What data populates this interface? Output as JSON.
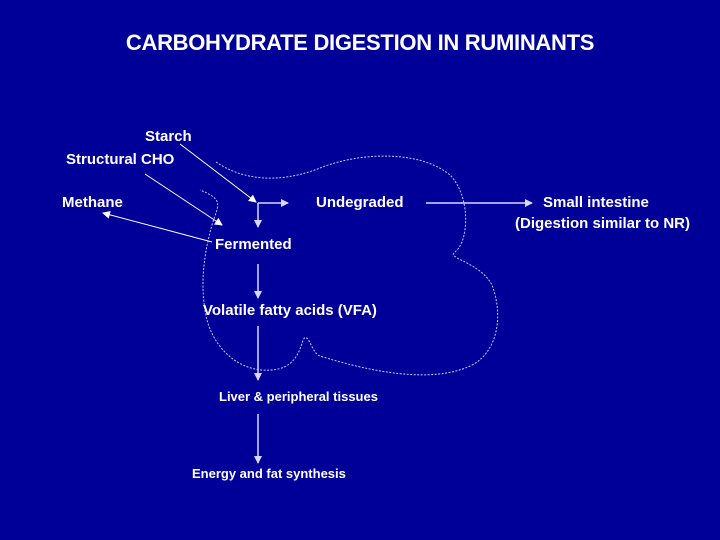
{
  "slide": {
    "title": "CARBOHYDRATE DIGESTION IN RUMINANTS",
    "background_color": "#000099",
    "text_color": "#ffffff"
  },
  "diagram": {
    "nodes": {
      "starch": "Starch",
      "structural_cho": "Structural CHO",
      "methane": "Methane",
      "undegraded": "Undegraded",
      "small_intestine": "Small intestine",
      "small_intestine_note": "(Digestion similar to NR)",
      "fermented": "Fermented",
      "vfa": "Volatile fatty acids (VFA)",
      "liver": "Liver & peripheral tissues",
      "energy": "Energy and fat synthesis"
    },
    "edges": [
      {
        "from": "Starch",
        "to": "Junction"
      },
      {
        "from": "Structural CHO",
        "to": "Fermented"
      },
      {
        "from": "Junction",
        "to": "Undegraded"
      },
      {
        "from": "Junction",
        "to": "Fermented"
      },
      {
        "from": "Fermented",
        "to": "Methane"
      },
      {
        "from": "Undegraded",
        "to": "Small intestine"
      },
      {
        "from": "Fermented",
        "to": "Volatile fatty acids (VFA)"
      },
      {
        "from": "Volatile fatty acids (VFA)",
        "to": "Liver & peripheral tissues"
      },
      {
        "from": "Liver & peripheral tissues",
        "to": "Energy and fat synthesis"
      }
    ],
    "outline": "rumen-outline (dashed)"
  }
}
